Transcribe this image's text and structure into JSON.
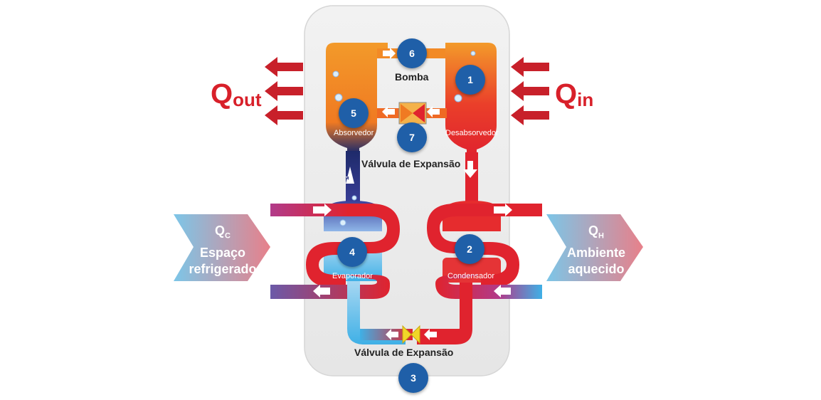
{
  "diagram": {
    "nodes": [
      {
        "id": "1",
        "label": "1"
      },
      {
        "id": "2",
        "label": "2"
      },
      {
        "id": "3",
        "label": "3"
      },
      {
        "id": "4",
        "label": "4"
      },
      {
        "id": "5",
        "label": "5"
      },
      {
        "id": "6",
        "label": "6"
      },
      {
        "id": "7",
        "label": "7"
      }
    ],
    "components": {
      "absorber": "Absorvedor",
      "desorber": "Desabsorvedor",
      "evaporator": "Evaporador",
      "condenser": "Condensador",
      "pump": "Bomba",
      "expansion_valve_top": "Válvula de Expansão",
      "expansion_valve_bottom": "Válvula de Expansão"
    },
    "heat": {
      "q_out_main": "Q",
      "q_out_sub": "out",
      "q_in_main": "Q",
      "q_in_sub": "in"
    },
    "left_box": {
      "q_main": "Q",
      "q_sub": "C",
      "line1": "Espaço",
      "line2": "refrigerado"
    },
    "right_box": {
      "q_main": "Q",
      "q_sub": "H",
      "line1": "Ambiente",
      "line2": "aquecido"
    },
    "colors": {
      "hot_red": "#e0232e",
      "orange": "#f08a24",
      "navy": "#1f2e6e",
      "cold_blue": "#4cb8e8",
      "node_blue": "#1f5fa8",
      "panel": "#eeeeee",
      "arrow_red": "#c8202a"
    }
  }
}
